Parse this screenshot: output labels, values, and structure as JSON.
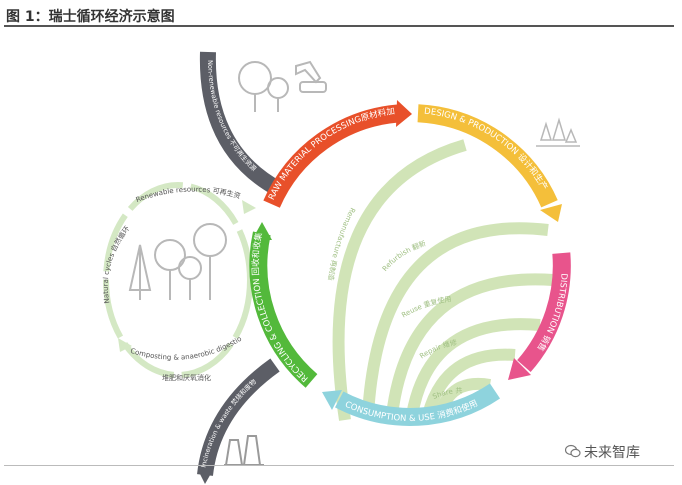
{
  "figure": {
    "title": "图 1：瑞士循环经济示意图",
    "watermark": "未来智库"
  },
  "segments": {
    "raw_material": "RAW MATERIAL PROCESSING原材料加工",
    "design": "DESIGN & PRODUCTION 设计和生产",
    "distribution": "DISTRIBUTION 销售",
    "consumption": "CONSUMPTION & USE 消费和使用",
    "recycling": "RECYCLING & COLLECTION 回收和收集"
  },
  "inner_arcs": {
    "remanufacture": "Remanufacture 再制造",
    "refurbish": "Refurbish 翻新",
    "reuse": "Reuse 重复使用",
    "repair": "Repair 维修",
    "share": "Share 共享"
  },
  "left_cycle": {
    "renewable": "Renewable resources 可再生资源",
    "natural": "Natural cycles 自然循环",
    "composting": "Composting & anaerobic digestion",
    "composting_cn": "堆肥和厌氧消化"
  },
  "grey_arrows": {
    "non_renewable": "Non-renewable resources 不可再生资源",
    "incineration": "Incineration & waste 焚烧和废物"
  },
  "colors": {
    "red": "#e8502a",
    "yellow": "#f4bf3a",
    "pink": "#e8548c",
    "blue": "#8ed3dd",
    "green": "#53b93b",
    "light_green": "#cfe3b4",
    "grey": "#5c5e66"
  }
}
